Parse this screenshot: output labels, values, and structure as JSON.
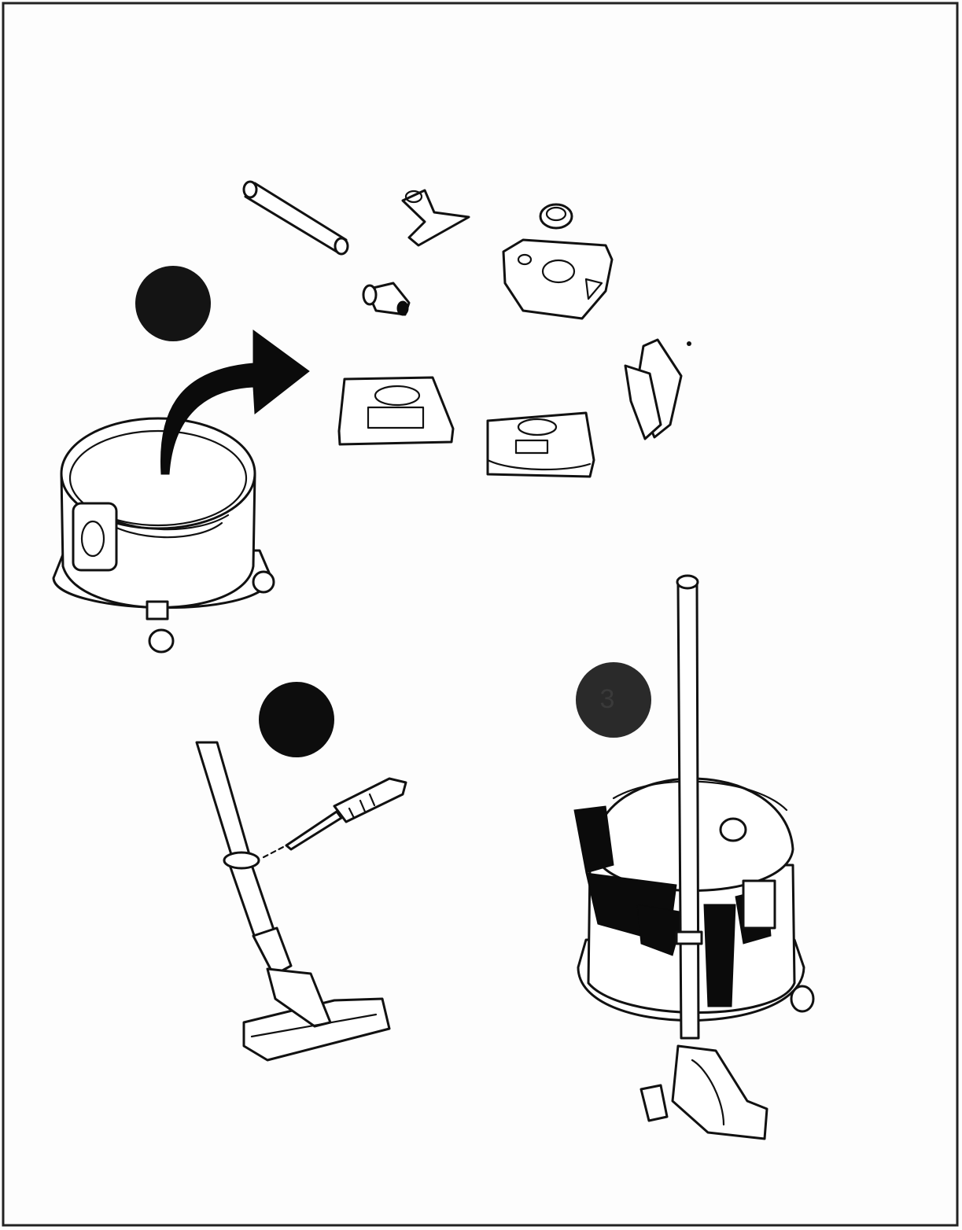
{
  "diagram": {
    "step_markers": [
      {
        "id": "step-1",
        "label": ""
      },
      {
        "id": "step-2",
        "label": ""
      },
      {
        "id": "step-3",
        "label": "3"
      }
    ]
  }
}
